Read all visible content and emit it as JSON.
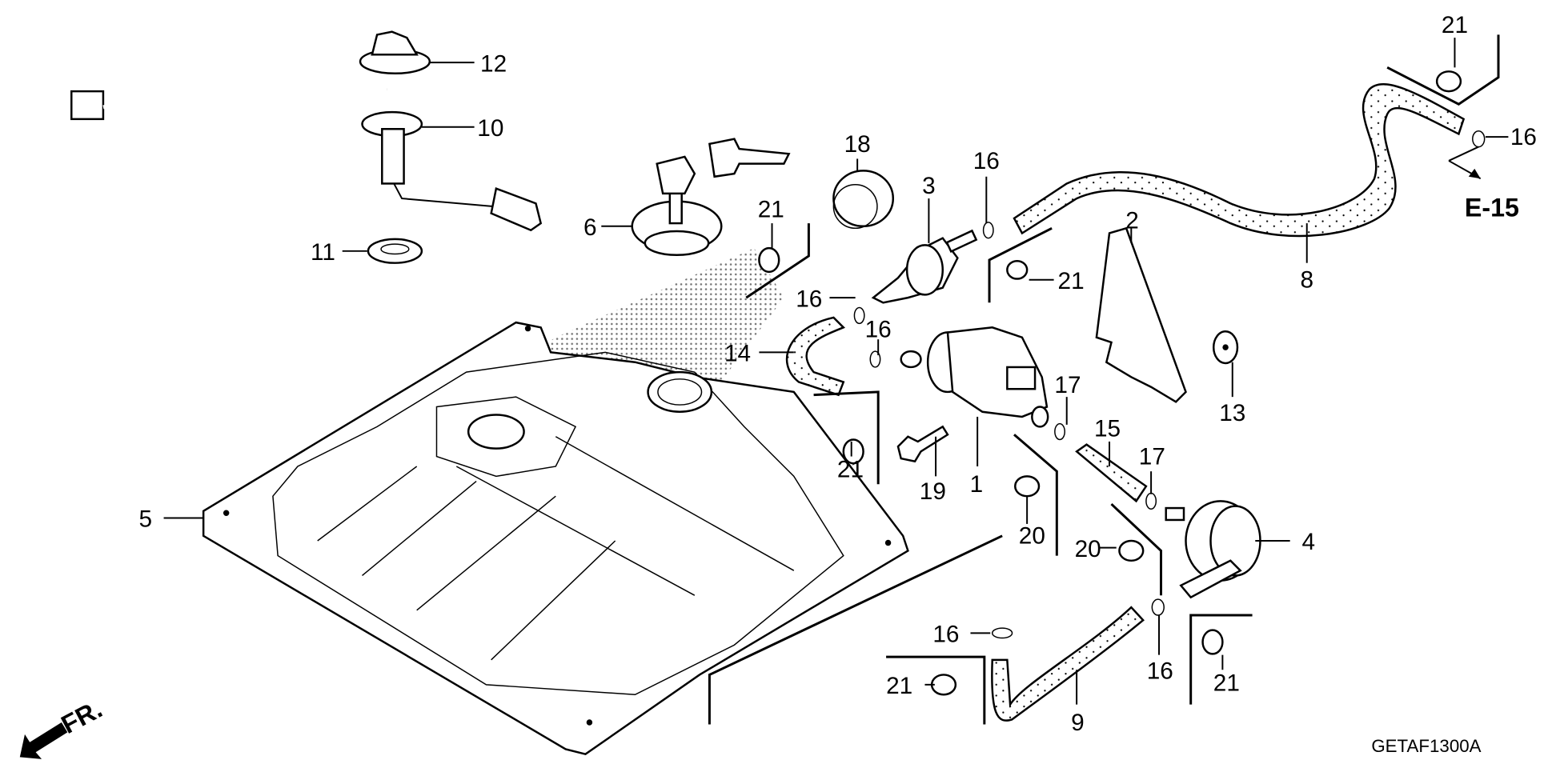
{
  "diagram": {
    "title": "Fuel tank assembly exploded view",
    "figure_code": "GETAF1300A",
    "reference": "E-15",
    "direction_indicator": "FR.",
    "callouts": [
      {
        "id": "c1",
        "label": "1"
      },
      {
        "id": "c2",
        "label": "2"
      },
      {
        "id": "c3",
        "label": "3"
      },
      {
        "id": "c4",
        "label": "4"
      },
      {
        "id": "c5",
        "label": "5"
      },
      {
        "id": "c6",
        "label": "6"
      },
      {
        "id": "c8",
        "label": "8"
      },
      {
        "id": "c9",
        "label": "9"
      },
      {
        "id": "c10",
        "label": "10"
      },
      {
        "id": "c11",
        "label": "11"
      },
      {
        "id": "c12",
        "label": "12"
      },
      {
        "id": "c13",
        "label": "13"
      },
      {
        "id": "c14",
        "label": "14"
      },
      {
        "id": "c15",
        "label": "15"
      },
      {
        "id": "c16a",
        "label": "16"
      },
      {
        "id": "c16b",
        "label": "16"
      },
      {
        "id": "c16c",
        "label": "16"
      },
      {
        "id": "c16d",
        "label": "16"
      },
      {
        "id": "c16e",
        "label": "16"
      },
      {
        "id": "c16f",
        "label": "16"
      },
      {
        "id": "c17a",
        "label": "17"
      },
      {
        "id": "c17b",
        "label": "17"
      },
      {
        "id": "c18",
        "label": "18"
      },
      {
        "id": "c19",
        "label": "19"
      },
      {
        "id": "c20a",
        "label": "20"
      },
      {
        "id": "c20b",
        "label": "20"
      },
      {
        "id": "c21a",
        "label": "21"
      },
      {
        "id": "c21b",
        "label": "21"
      },
      {
        "id": "c21c",
        "label": "21"
      },
      {
        "id": "c21d",
        "label": "21"
      },
      {
        "id": "c21e",
        "label": "21"
      },
      {
        "id": "c21f",
        "label": "21"
      }
    ]
  }
}
